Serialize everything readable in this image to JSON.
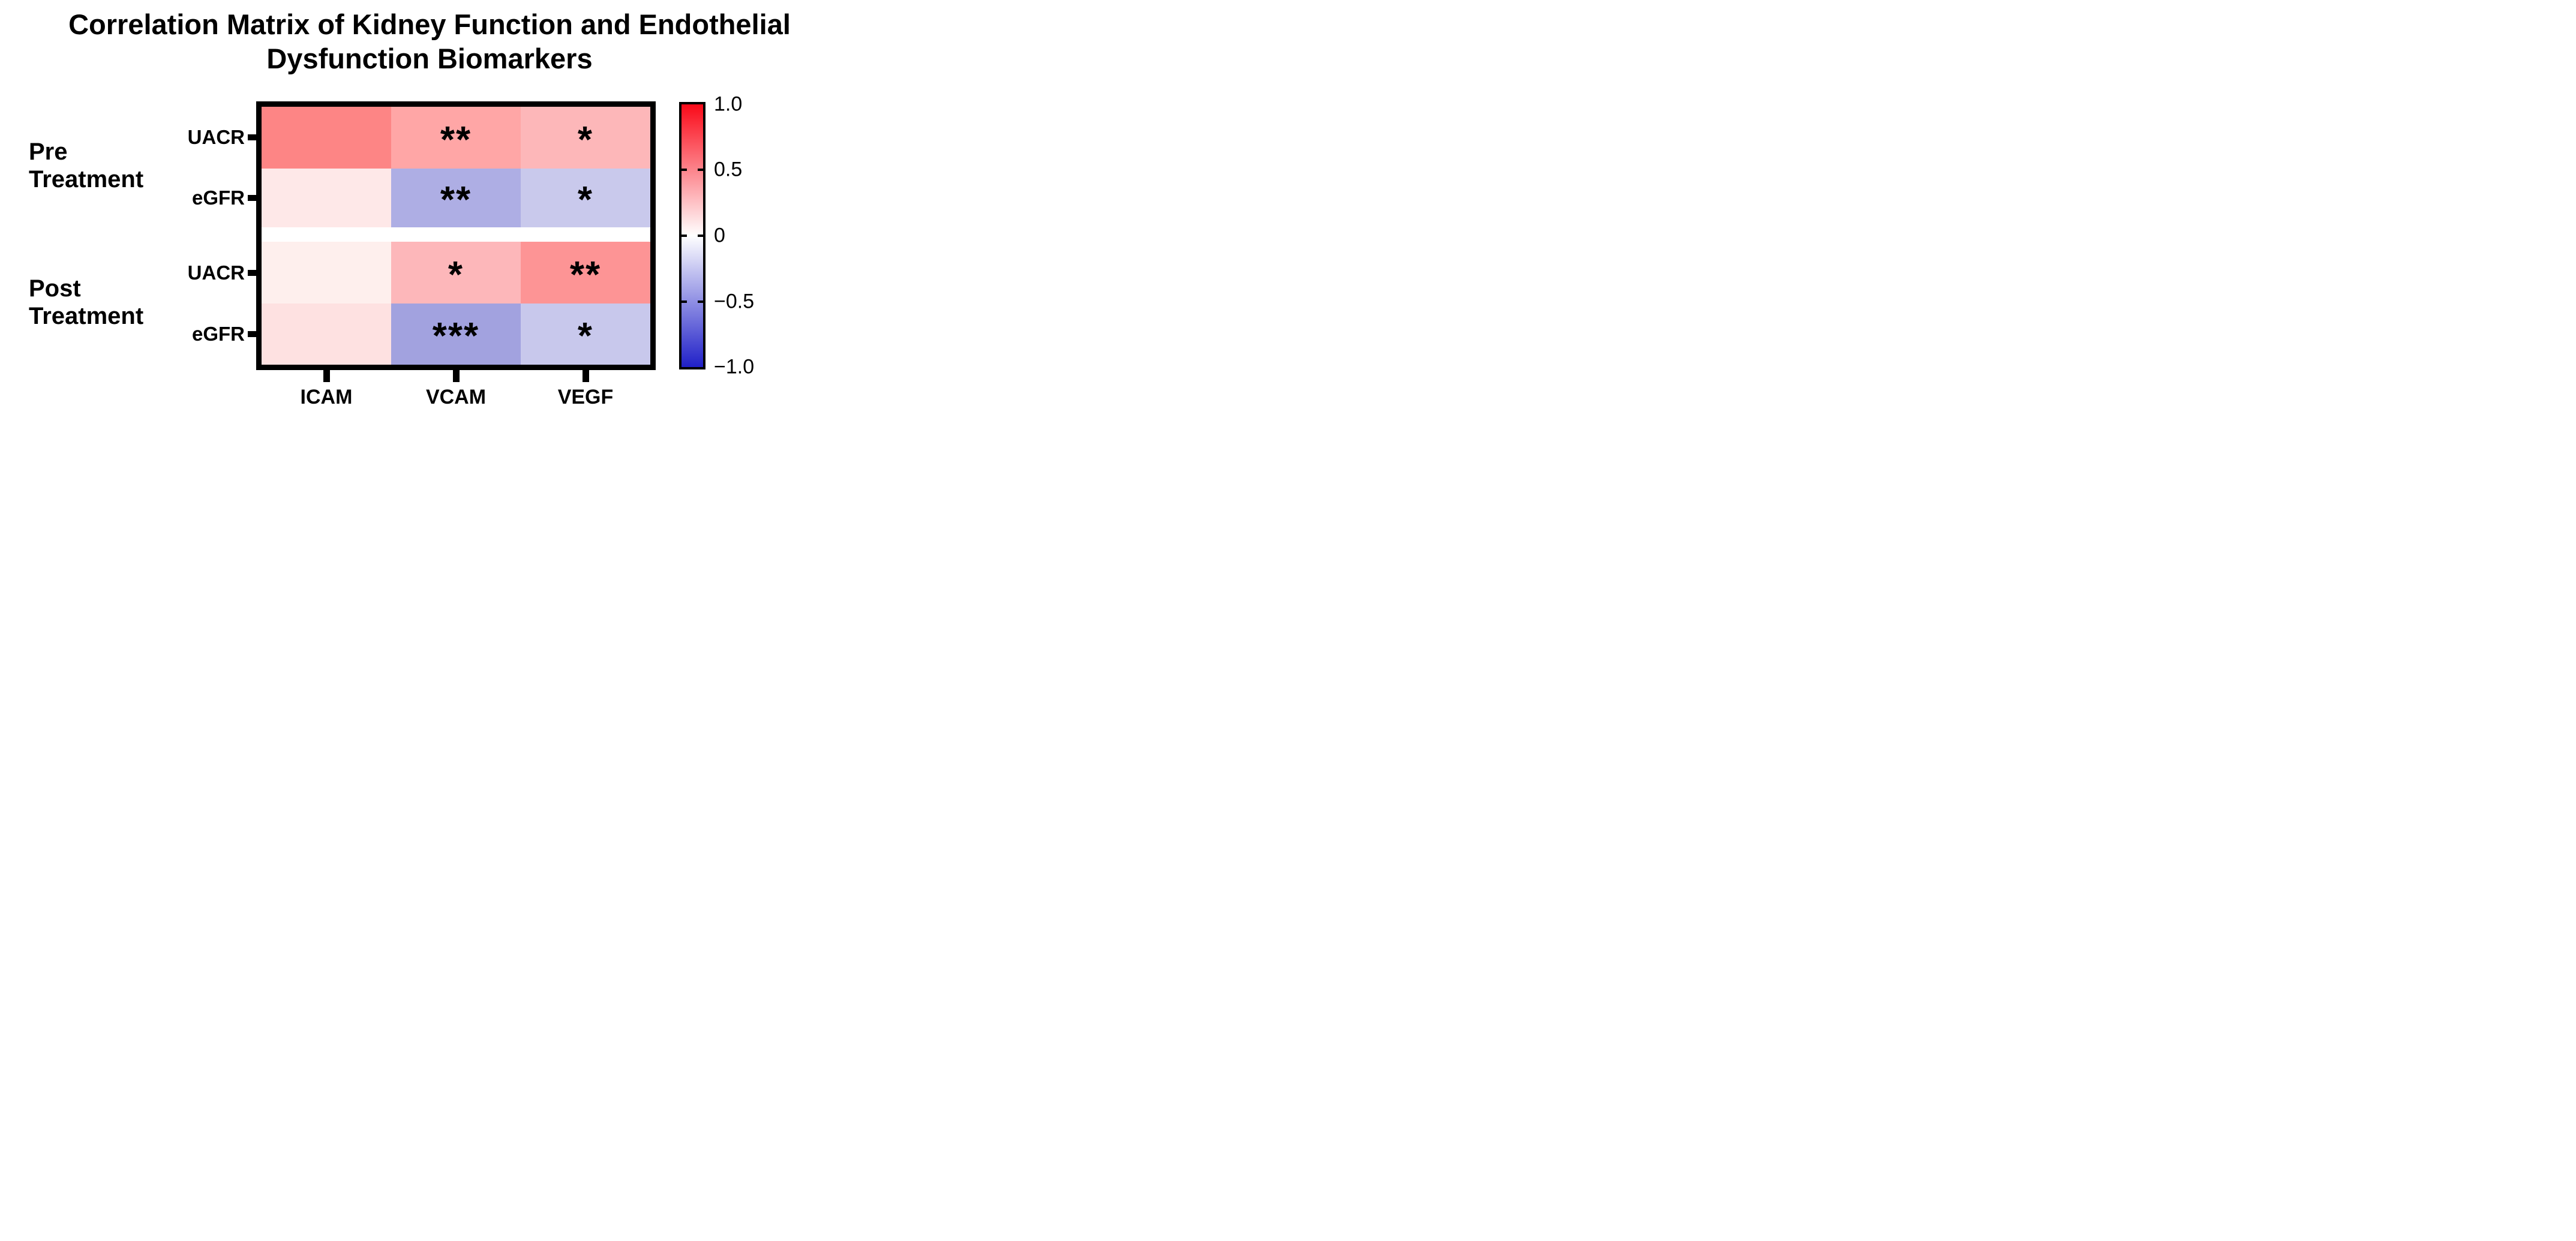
{
  "title": {
    "line1": "Correlation Matrix of Kidney Function and Endothelial",
    "line2": "Dysfunction Biomarkers"
  },
  "groups": {
    "pre": {
      "line1": "Pre",
      "line2": "Treatment"
    },
    "post": {
      "line1": "Post",
      "line2": "Treatment"
    }
  },
  "row_labels": [
    "UACR",
    "eGFR",
    "UACR",
    "eGFR"
  ],
  "col_labels": [
    "ICAM",
    "VCAM",
    "VEGF"
  ],
  "colorbar": {
    "labels": [
      "1.0",
      "0.5",
      "0",
      "−0.5",
      "−1.0"
    ],
    "top_color": "#FA0A19",
    "mid_color": "#FFFFFF",
    "bottom_color": "#2020C8"
  },
  "cells": [
    [
      {
        "color": "#FD8585",
        "stars": ""
      },
      {
        "color": "#FFA6A6",
        "stars": "**"
      },
      {
        "color": "#FDB7B9",
        "stars": "*"
      }
    ],
    [
      {
        "color": "#FEE8E8",
        "stars": ""
      },
      {
        "color": "#AEAEE4",
        "stars": "**"
      },
      {
        "color": "#C9C9EC",
        "stars": "*"
      }
    ],
    [
      {
        "color": "#FEEFED",
        "stars": ""
      },
      {
        "color": "#FDB7BA",
        "stars": "*"
      },
      {
        "color": "#FD9495",
        "stars": "**"
      }
    ],
    [
      {
        "color": "#FEE1E1",
        "stars": ""
      },
      {
        "color": "#A2A2DF",
        "stars": "***"
      },
      {
        "color": "#C8C8EC",
        "stars": "*"
      }
    ]
  ],
  "chart_data": {
    "type": "heatmap",
    "title": "Correlation Matrix of Kidney Function and Endothelial Dysfunction Biomarkers",
    "rows": [
      {
        "group": "Pre Treatment",
        "label": "UACR"
      },
      {
        "group": "Pre Treatment",
        "label": "eGFR"
      },
      {
        "group": "Post Treatment",
        "label": "UACR"
      },
      {
        "group": "Post Treatment",
        "label": "eGFR"
      }
    ],
    "columns": [
      "ICAM",
      "VCAM",
      "VEGF"
    ],
    "values_estimated": [
      [
        0.49,
        0.35,
        0.29
      ],
      [
        0.09,
        -0.32,
        -0.21
      ],
      [
        0.07,
        0.28,
        0.42
      ],
      [
        0.12,
        -0.37,
        -0.22
      ]
    ],
    "significance": [
      [
        "",
        "**",
        "*"
      ],
      [
        "",
        "**",
        "*"
      ],
      [
        "",
        "*",
        "**"
      ],
      [
        "",
        "***",
        "*"
      ]
    ],
    "cell_colors": [
      [
        "#FD8585",
        "#FFA6A6",
        "#FDB7B9"
      ],
      [
        "#FEE8E8",
        "#AEAEE4",
        "#C9C9EC"
      ],
      [
        "#FEEFED",
        "#FDB7BA",
        "#FD9495"
      ],
      [
        "#FEE1E1",
        "#A2A2DF",
        "#C8C8EC"
      ]
    ],
    "colorbar": {
      "min": -1.0,
      "max": 1.0,
      "tick_values": [
        1.0,
        0.5,
        0,
        -0.5,
        -1.0
      ],
      "colormap": "blue-white-red",
      "position": "right"
    },
    "grid": false
  }
}
